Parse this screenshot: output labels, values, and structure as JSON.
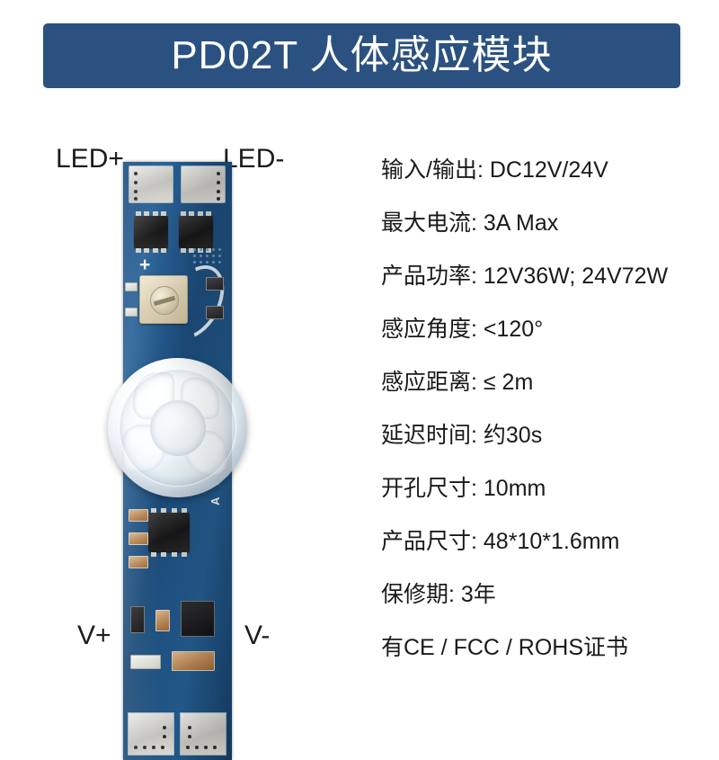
{
  "header": {
    "title": "PD02T 人体感应模块",
    "background_color": "#2b5180",
    "text_color": "#ffffff"
  },
  "product_figure": {
    "pin_labels": {
      "led_plus": "LED+",
      "led_minus": "LED-",
      "v_plus": "V+",
      "v_minus": "V-"
    },
    "board": {
      "silkscreen_plus": "+",
      "silkscreen_abc": "A B C",
      "pcb_color": "#1d4e80",
      "pad_color": "#dedcd4",
      "sensor_dome_color": "#f7fbfd"
    }
  },
  "specs": [
    {
      "label": "输入/输出",
      "value": "DC12V/24V",
      "text": "输入/输出: DC12V/24V"
    },
    {
      "label": "最大电流",
      "value": "3A Max",
      "text": "最大电流: 3A Max"
    },
    {
      "label": "产品功率",
      "value": "12V36W; 24V72W",
      "text": "产品功率: 12V36W; 24V72W"
    },
    {
      "label": "感应角度",
      "value": "<120°",
      "text": "感应角度: <120°"
    },
    {
      "label": "感应距离",
      "value": "≤ 2m",
      "text": "感应距离: ≤ 2m"
    },
    {
      "label": "延迟时间",
      "value": "约30s",
      "text": "延迟时间: 约30s"
    },
    {
      "label": "开孔尺寸",
      "value": "10mm",
      "text": "开孔尺寸: 10mm"
    },
    {
      "label": "产品尺寸",
      "value": "48*10*1.6mm",
      "text": "产品尺寸: 48*10*1.6mm"
    },
    {
      "label": "保修期",
      "value": "3年",
      "text": "保修期: 3年"
    },
    {
      "label": "证书",
      "value": "CE / FCC / ROHS",
      "text": "有CE / FCC / ROHS证书"
    }
  ]
}
